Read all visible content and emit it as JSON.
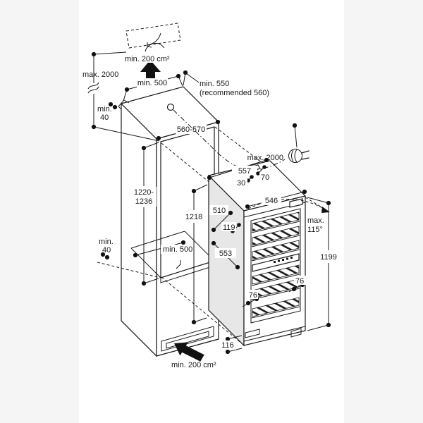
{
  "diagram": {
    "type": "appliance-installation-drawing",
    "subject": "built-in wine climate cabinet with tall housing niche",
    "colors": {
      "page_background": "#f5f5f6",
      "canvas": "#ffffff",
      "line": "#1a1a1a",
      "appliance_side_shade": "#e7e7e8"
    },
    "icons": {
      "plug": "power-plug-icon",
      "airflow_up": "solid-arrow-up-icon",
      "airflow_in": "solid-arrow-into-plinth-icon",
      "air_outlet": "air-swirl-icon",
      "line_break": "dimension-break-icon"
    },
    "labels": {
      "vent_top": "min. 200 cm²",
      "max_height_left": "max. 2000",
      "min_500_top": "min. 500",
      "min_550": "min. 550",
      "recommended_560": "(recommended 560)",
      "min_40_top": {
        "l1": "min.",
        "l2": "40"
      },
      "niche_width": "560-570",
      "cable_length": "max. 2000",
      "dim_557": "557",
      "dim_30": "30",
      "dim_70": "70",
      "appliance_width": "546",
      "niche_height": {
        "l1": "1220-",
        "l2": "1236"
      },
      "dim_1218": "1218",
      "dim_510": "510",
      "dim_119": "119",
      "door_opening": {
        "l1": "max.",
        "l2": "115°"
      },
      "appliance_height": "1199",
      "min_40_mid": {
        "l1": "min.",
        "l2": "40"
      },
      "min_500_mid": "min. 500",
      "dim_553": "553",
      "dim_76_left": "76",
      "dim_76_right": "76",
      "dim_116": "116",
      "vent_bottom": "min. 200 cm²"
    }
  }
}
